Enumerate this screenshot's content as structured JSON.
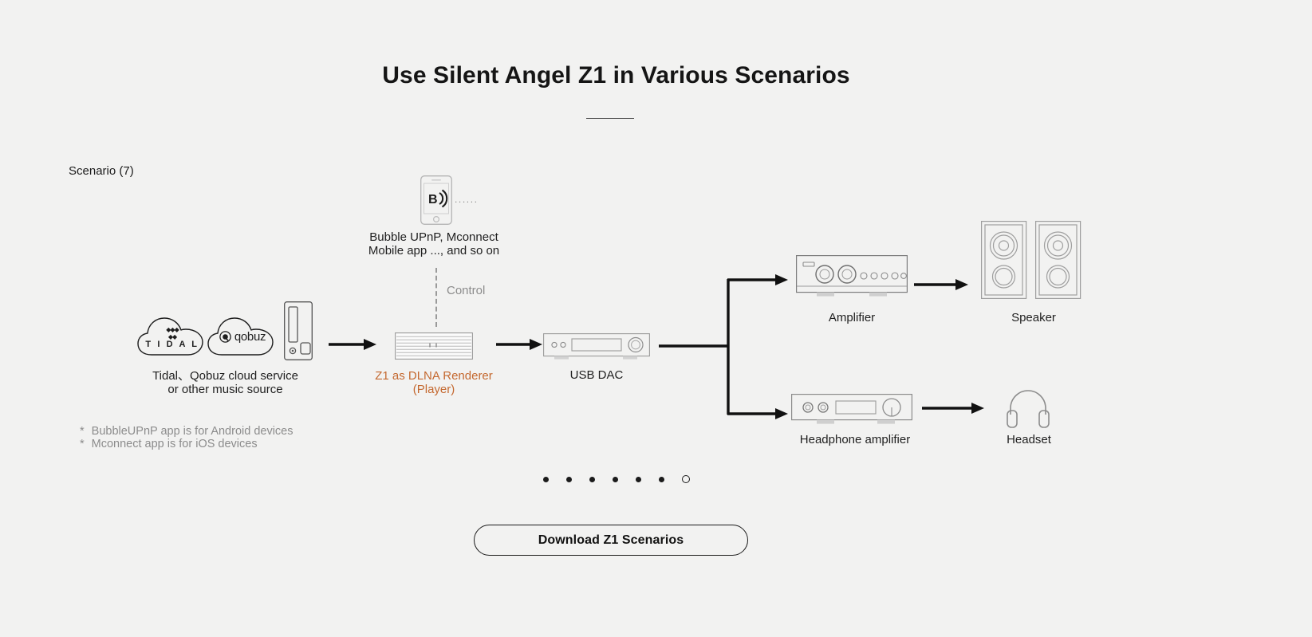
{
  "page": {
    "title": "Use Silent Angel Z1 in Various Scenarios",
    "scenario_label": "Scenario (7)",
    "background_color": "#f2f2f1",
    "accent_color": "#c4682f",
    "text_color": "#1b1b1b",
    "muted_color": "#8c8c8c"
  },
  "diagram": {
    "source": {
      "cloud_tidal_label": "T I D A L",
      "cloud_qobuz_label": "qobuz",
      "caption": "Tidal、Qobuz cloud service\nor other music source",
      "nas_name": "nas-tower"
    },
    "control": {
      "phone_app_glyph": "B",
      "signal_dots": "......",
      "caption": "Bubble UPnP, Mconnect\nMobile app ..., and so on",
      "link_label": "Control"
    },
    "renderer": {
      "caption": "Z1 as DLNA Renderer\n(Player)",
      "caption_color": "#c4682f"
    },
    "usb_dac": {
      "caption": "USB DAC"
    },
    "amplifier": {
      "caption": "Amplifier"
    },
    "speaker": {
      "caption": "Speaker"
    },
    "headphone_amplifier": {
      "caption": "Headphone amplifier"
    },
    "headset": {
      "caption": "Headset"
    },
    "footnotes": [
      {
        "marker": "*",
        "text": "BubbleUPnP app is for Android devices"
      },
      {
        "marker": "*",
        "text": "Mconnect app is for iOS devices"
      }
    ]
  },
  "pagination": {
    "total": 7,
    "active_index": 6
  },
  "download": {
    "label": "Download Z1 Scenarios"
  }
}
